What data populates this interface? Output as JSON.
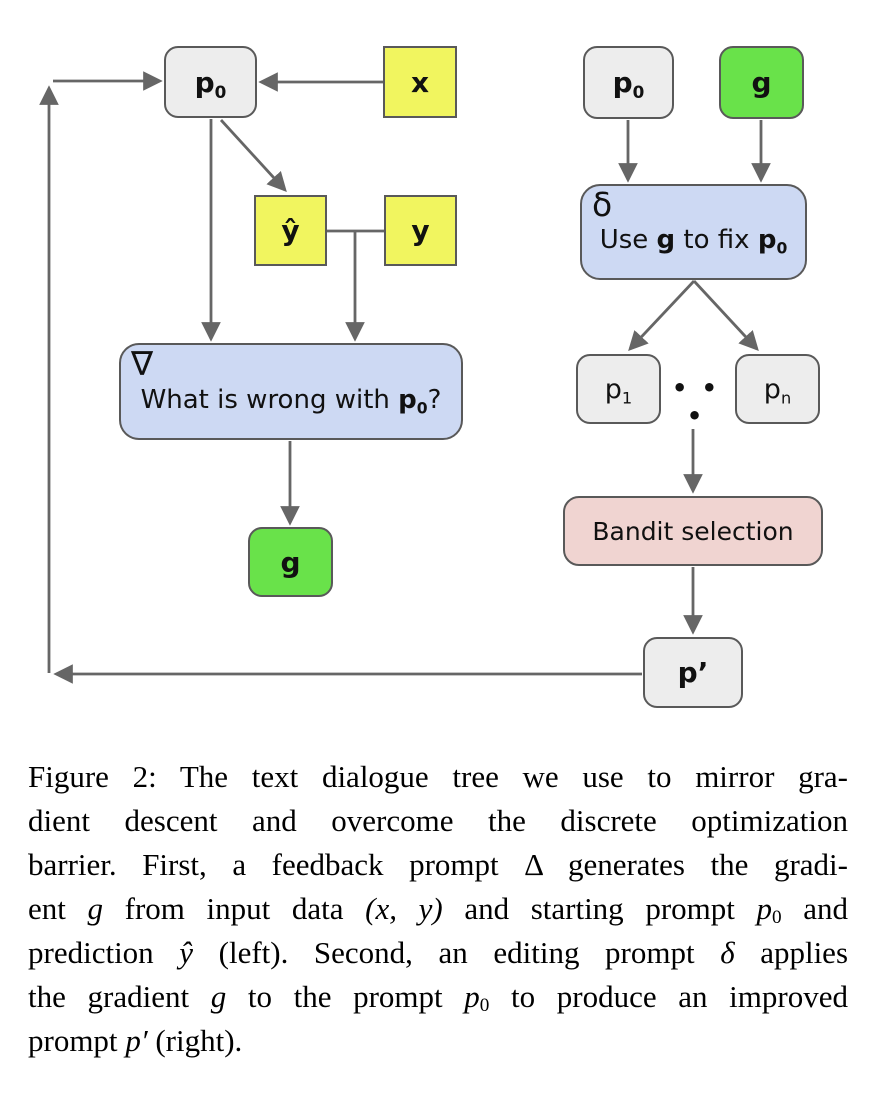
{
  "colors": {
    "box_gray": "#ededed",
    "box_yellow": "#f1f55f",
    "box_green": "#69e24a",
    "box_blue": "#cdd9f3",
    "box_pink": "#f0d4d1",
    "box_border": "#595959",
    "arrow": "#666666",
    "text": "#111111"
  },
  "nodes": {
    "p0_left": {
      "base": "p",
      "sub": "0"
    },
    "x_input": {
      "label": "x"
    },
    "y_hat": {
      "label": "ŷ"
    },
    "y_true": {
      "label": "y"
    },
    "nabla": {
      "symbol": "∇",
      "text_before": "What is wrong with ",
      "p_base": "p",
      "p_sub": "0",
      "text_after": "?"
    },
    "g_left": {
      "label": "g"
    },
    "p0_right": {
      "base": "p",
      "sub": "0"
    },
    "g_right": {
      "label": "g"
    },
    "delta": {
      "symbol": "δ",
      "text_before": "Use ",
      "g": "g",
      "text_mid": " to fix ",
      "p_base": "p",
      "p_sub": "0"
    },
    "p1": {
      "base": "p",
      "sub": "1"
    },
    "pn": {
      "base": "p",
      "sub": "n"
    },
    "ellipsis": "• • •",
    "bandit": {
      "label": "Bandit selection"
    },
    "p_prime": {
      "label": "p’"
    }
  },
  "caption": {
    "l1": "Figure 2: The text dialogue tree we use to mirror gra-",
    "l2": "dient descent and overcome the discrete optimization",
    "l3a": "barrier. First, a feedback prompt ",
    "l3b": "Δ",
    "l3c": " generates the gradi-",
    "l4a": "ent ",
    "l4b": "g",
    "l4c": " from input data ",
    "l4d": "(x, y)",
    "l4e": " and starting prompt ",
    "l4f": "p",
    "l4g": "0",
    "l4h": " and",
    "l5a": "prediction ",
    "l5b": "ŷ",
    "l5c": " (left). Second, an editing prompt ",
    "l5d": "δ",
    "l5e": " applies",
    "l6a": "the gradient ",
    "l6b": "g",
    "l6c": " to the prompt ",
    "l6d": "p",
    "l6e": "0",
    "l6f": " to produce an improved",
    "l7a": "prompt ",
    "l7b": "p′",
    "l7c": " (right)."
  }
}
